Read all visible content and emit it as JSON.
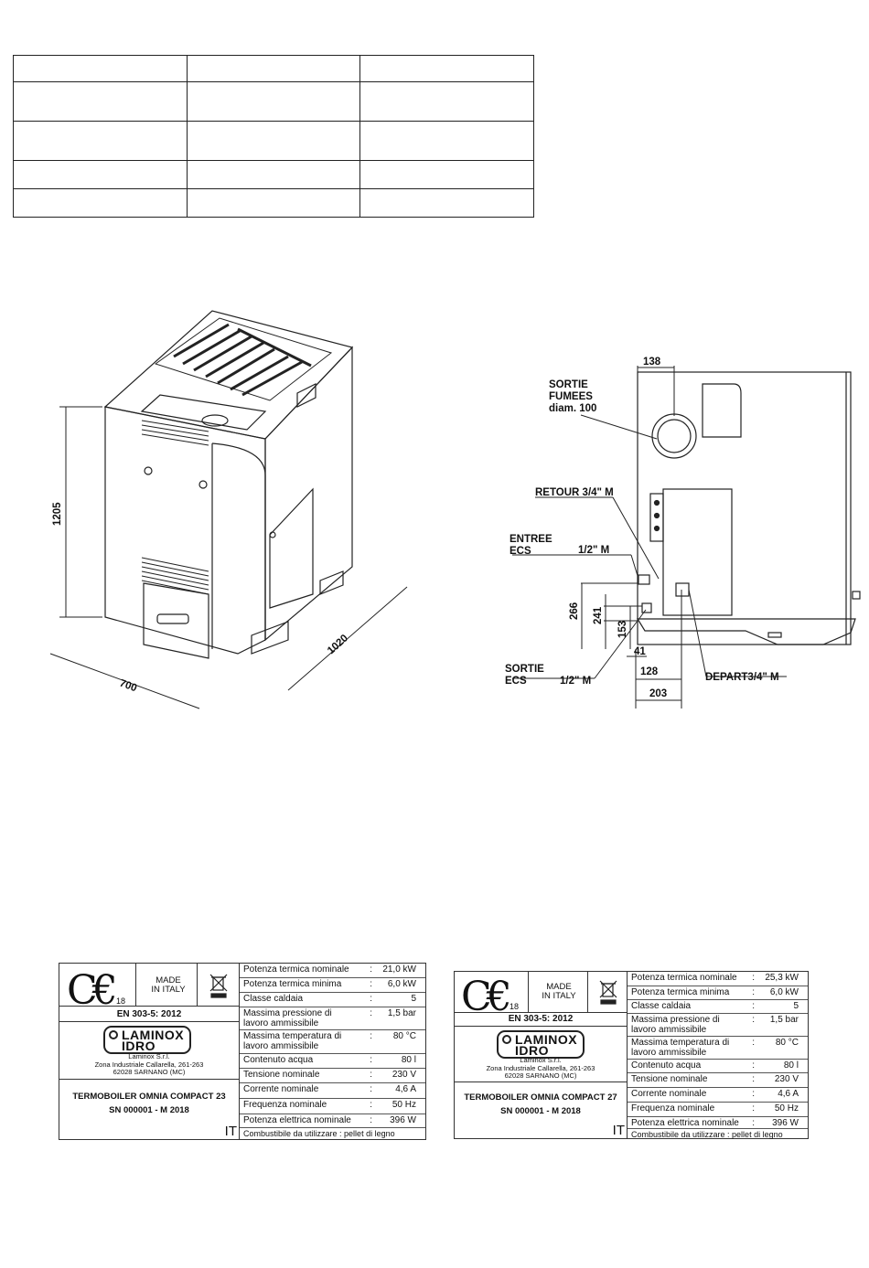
{
  "front_drawing": {
    "dim_height": "1205",
    "dim_width": "700",
    "dim_depth": "1020"
  },
  "side_drawing": {
    "dim_138": "138",
    "sortie_fumees": [
      "SORTIE",
      "FUMEES",
      "diam. 100"
    ],
    "retour": "RETOUR 3/4\" M",
    "entree": [
      "ENTREE",
      "ECS"
    ],
    "entree_size": "1/2\" M",
    "sortie_ecs": [
      "SORTIE",
      "ECS"
    ],
    "sortie_size": "1/2\" M",
    "depart": "DEPART3/4\" M",
    "dim_266": "266",
    "dim_241": "241",
    "dim_153": "153",
    "dim_41": "41",
    "dim_128": "128",
    "dim_203": "203"
  },
  "plates": [
    {
      "ce_number": "18",
      "made": [
        "MADE",
        "IN ITALY"
      ],
      "standard": "EN 303-5: 2012",
      "logo": [
        "LAMINOX",
        "IDRO"
      ],
      "address": [
        "Laminox S.r.l.",
        "Zona Industriale Callarella, 261-263",
        "62028 SARNANO (MC)"
      ],
      "model": [
        "TERMOBOILER OMNIA COMPACT 23",
        "SN 000001 - M 2018"
      ],
      "lang": "IT",
      "specs": [
        {
          "k": "Potenza termica nominale",
          "c": ":",
          "v": "21,0 kW"
        },
        {
          "k": "Potenza termica minima",
          "c": ":",
          "v": "6,0 kW"
        },
        {
          "k": "Classe caldaia",
          "c": ":",
          "v": "5"
        },
        {
          "k": "Massima pressione di lavoro ammissibile",
          "c": ":",
          "v": "1,5 bar"
        },
        {
          "k": "Massima temperatura di lavoro ammissibile",
          "c": ":",
          "v": "80 °C"
        },
        {
          "k": "Contenuto acqua",
          "c": ":",
          "v": "80 l"
        },
        {
          "k": "Tensione nominale",
          "c": ":",
          "v": "230 V"
        },
        {
          "k": "Corrente nominale",
          "c": ":",
          "v": "4,6 A"
        },
        {
          "k": "Frequenza nominale",
          "c": ":",
          "v": "50 Hz"
        },
        {
          "k": "Potenza elettrica nominale",
          "c": ":",
          "v": "396 W"
        }
      ],
      "fuel": "Combustibile da utilizzare : pellet di legno"
    },
    {
      "ce_number": "18",
      "made": [
        "MADE",
        "IN ITALY"
      ],
      "standard": "EN 303-5: 2012",
      "logo": [
        "LAMINOX",
        "IDRO"
      ],
      "address": [
        "Laminox S.r.l.",
        "Zona Industriale Callarella, 261-263",
        "62028 SARNANO (MC)"
      ],
      "model": [
        "TERMOBOILER OMNIA COMPACT 27",
        "SN 000001 - M 2018"
      ],
      "lang": "IT",
      "specs": [
        {
          "k": "Potenza termica nominale",
          "c": ":",
          "v": "25,3 kW"
        },
        {
          "k": "Potenza termica minima",
          "c": ":",
          "v": "6,0 kW"
        },
        {
          "k": "Classe caldaia",
          "c": ":",
          "v": "5"
        },
        {
          "k": "Massima pressione di lavoro ammissibile",
          "c": ":",
          "v": "1,5 bar"
        },
        {
          "k": "Massima temperatura di lavoro ammissibile",
          "c": ":",
          "v": "80 °C"
        },
        {
          "k": "Contenuto acqua",
          "c": ":",
          "v": "80 l"
        },
        {
          "k": "Tensione nominale",
          "c": ":",
          "v": "230 V"
        },
        {
          "k": "Corrente nominale",
          "c": ":",
          "v": "4,6 A"
        },
        {
          "k": "Frequenza nominale",
          "c": ":",
          "v": "50 Hz"
        },
        {
          "k": "Potenza elettrica nominale",
          "c": ":",
          "v": "396 W"
        }
      ],
      "fuel": "Combustibile da utilizzare : pellet di legno"
    }
  ]
}
